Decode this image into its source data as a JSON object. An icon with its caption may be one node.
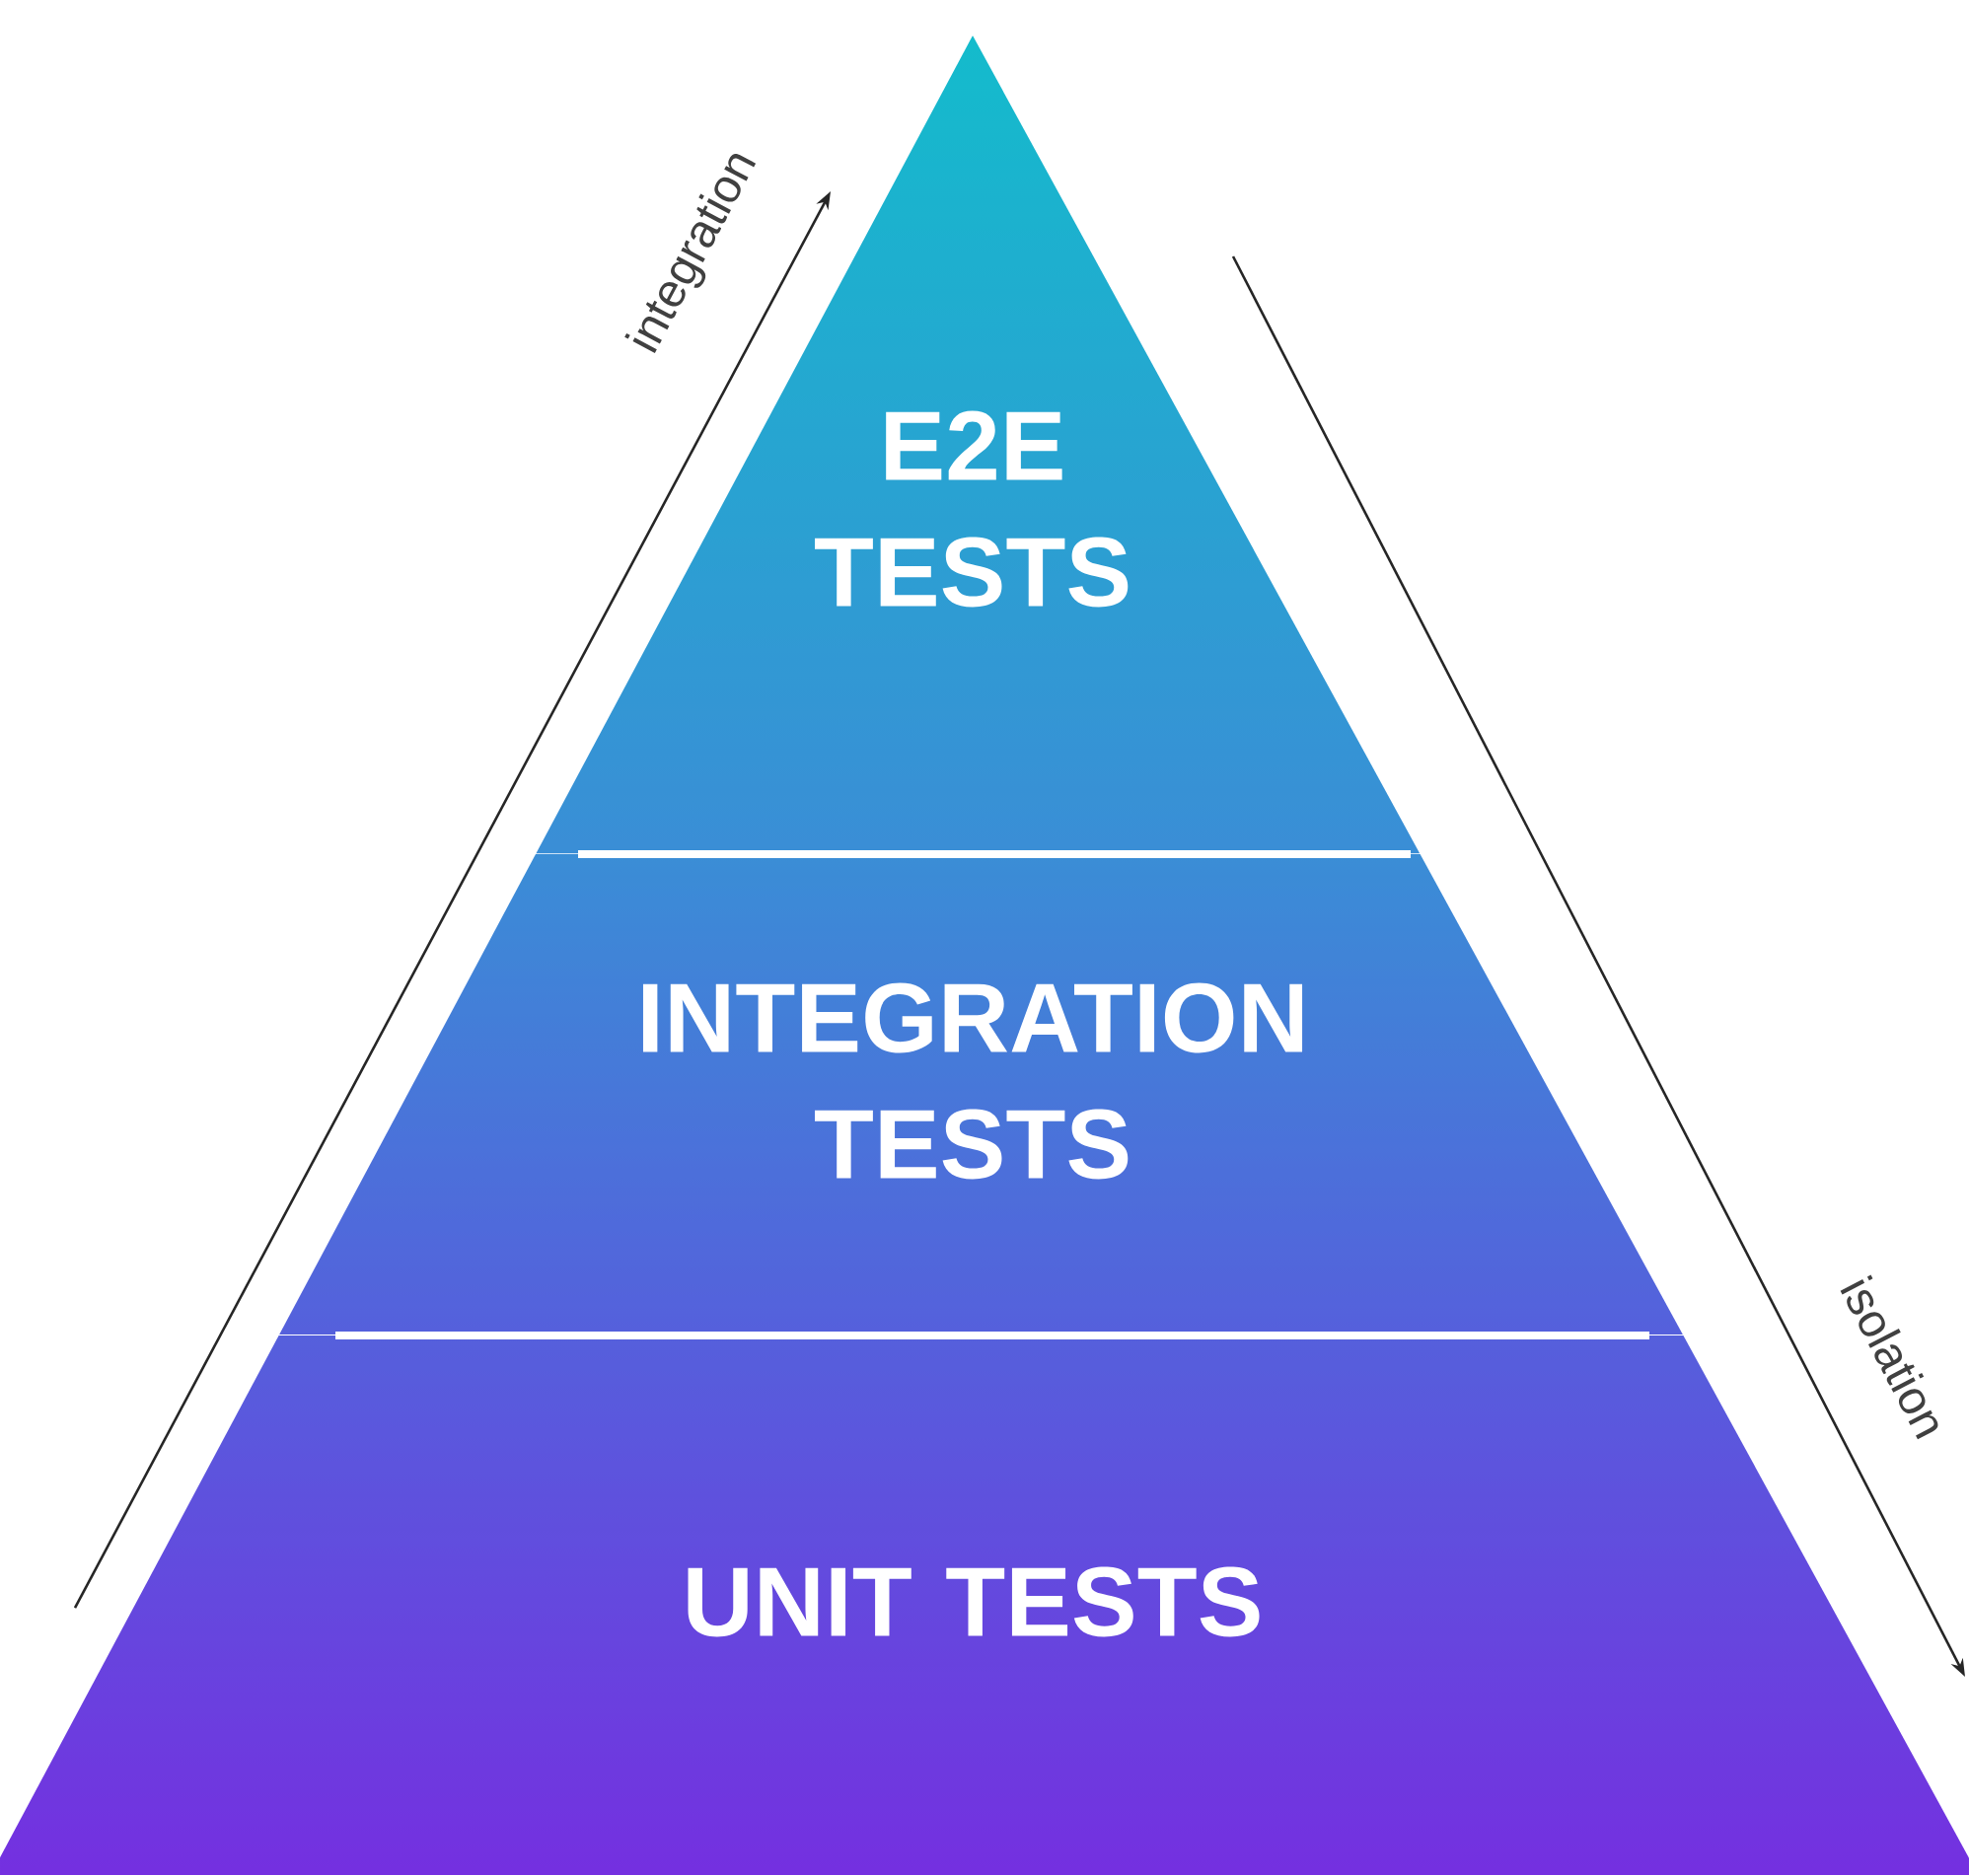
{
  "diagram": {
    "nodes": [
      {
        "text": [
          "E2E TESTS"
        ]
      },
      {
        "text": [
          "INTEGRATION TESTS"
        ]
      },
      {
        "text": [
          "UNIT TESTS"
        ]
      }
    ],
    "labels": [
      "integration",
      "isolation"
    ]
  }
}
